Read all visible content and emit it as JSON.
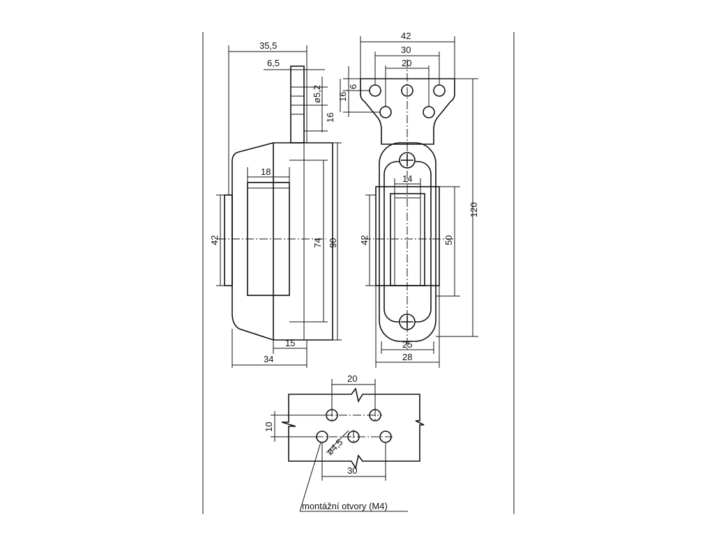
{
  "drawing": {
    "side_view": {
      "dims": {
        "overall_top": "35,5",
        "tab": "6,5",
        "hole_dia": "ø5,2",
        "tab_height": "16",
        "pocket_width": "18",
        "height_left": "42",
        "height_inner": "74",
        "height_outer": "90",
        "bottom_inner": "15",
        "bottom_overall": "34"
      }
    },
    "front_view": {
      "dims": {
        "width_top": "42",
        "holes_outer": "30",
        "holes_inner": "20",
        "hole_offset": "6",
        "tab_height": "16",
        "window_width": "14",
        "height_left": "42",
        "height_right": "50",
        "overall_height": "120",
        "bottom_inner": "25",
        "bottom_overall": "28"
      }
    },
    "hole_pattern": {
      "dims": {
        "top_spacing": "20",
        "row_offset": "10",
        "hole_dia": "ø4,5",
        "bottom_spacing": "30"
      },
      "caption": "montážní otvory (M4)"
    }
  }
}
